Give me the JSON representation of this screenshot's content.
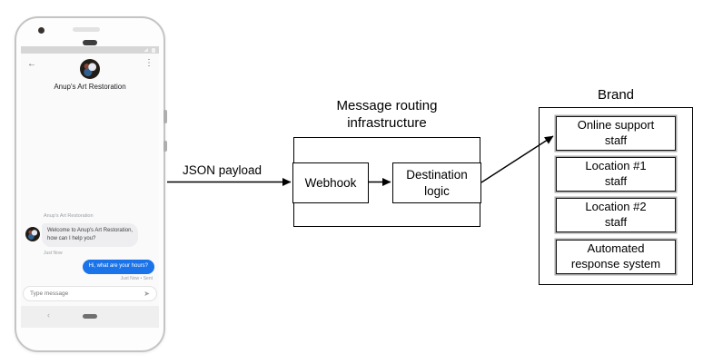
{
  "phone": {
    "header": {
      "back_icon": "←",
      "overflow_icon": "⋮",
      "title": "Anup's Art Restoration"
    },
    "chat": {
      "sender_label": "Anup's Art Restoration",
      "incoming": {
        "text": "Welcome to Anup's Art Restoration,\nhow can I help you?",
        "timestamp": "Just Now"
      },
      "outgoing": {
        "text": "Hi, what are your hours?",
        "timestamp": "Just Now • Sent"
      }
    },
    "composer": {
      "placeholder": "Type message",
      "send_icon": "➤"
    },
    "nav": {
      "back_icon": "‹"
    }
  },
  "diagram": {
    "payload_label": "JSON payload",
    "routing": {
      "title": "Message routing\ninfrastructure",
      "webhook_label": "Webhook",
      "destination_label": "Destination\nlogic"
    },
    "brand": {
      "title": "Brand",
      "items": [
        {
          "label": "Online support\nstaff"
        },
        {
          "label": "Location #1\nstaff"
        },
        {
          "label": "Location #2\nstaff"
        },
        {
          "label": "Automated\nresponse system"
        }
      ]
    }
  },
  "colors": {
    "outgoing_bubble": "#1a73e8",
    "incoming_bubble": "#eeeef0",
    "diagram_stroke": "#000000"
  }
}
